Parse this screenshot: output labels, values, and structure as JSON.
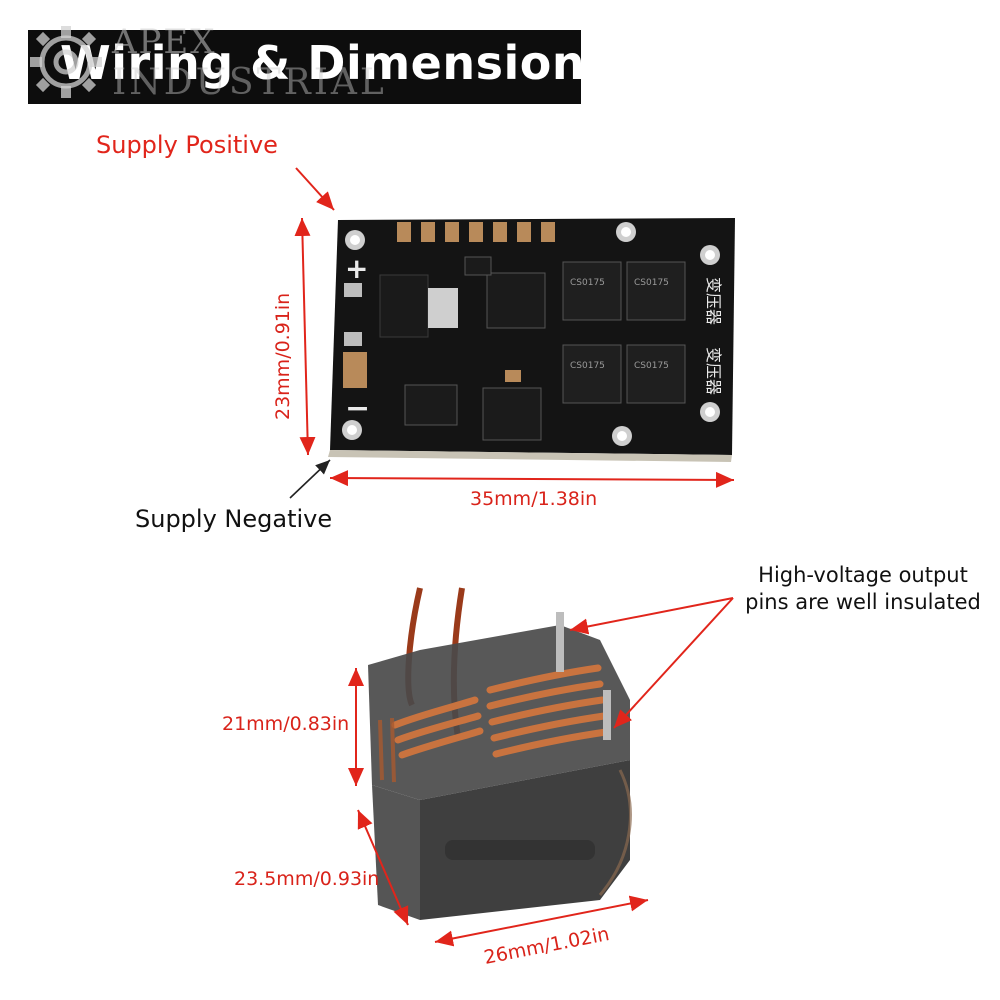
{
  "header": {
    "title": "Wiring & Dimensions",
    "watermark_line1": "APEX",
    "watermark_line2": "INDUSTRIAL"
  },
  "board": {
    "label_positive": "Supply Positive",
    "label_negative": "Supply Negative",
    "width_dim": "35mm/1.38in",
    "height_dim": "23mm/0.91in",
    "silk_plus": "+",
    "silk_minus": "−",
    "chip_marking": "CS0175",
    "transformer_chars": "变压器"
  },
  "transformer": {
    "note_line1": "High-voltage output",
    "note_line2": "pins are well insulated",
    "height_dim": "21mm/0.83in",
    "depth_dim": "23.5mm/0.93in",
    "width_dim": "26mm/1.02in"
  },
  "colors": {
    "accent_red": "#e1251b",
    "board_black": "#111111",
    "copper": "#b8643a"
  }
}
